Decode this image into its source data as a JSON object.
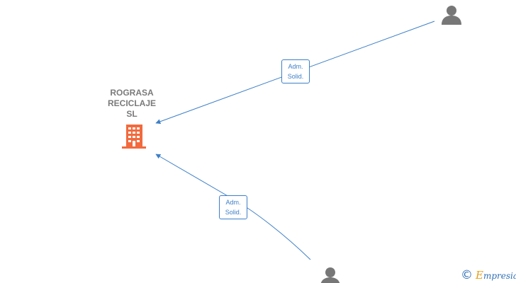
{
  "company": {
    "name_lines": [
      "ROGRASA",
      "RECICLAJE",
      "SL"
    ],
    "icon": "building-icon",
    "color": "#f26a3d"
  },
  "people": [
    {
      "icon": "person-icon",
      "color": "#777777"
    },
    {
      "icon": "person-icon",
      "color": "#777777"
    }
  ],
  "relations": [
    {
      "label_lines": [
        "Adm.",
        "Solid."
      ]
    },
    {
      "label_lines": [
        "Adm.",
        "Solid."
      ]
    }
  ],
  "edge_color": "#3d7fc8",
  "footer": {
    "copyright_symbol": "©",
    "brand_first": "E",
    "brand_rest": "mpresia"
  }
}
